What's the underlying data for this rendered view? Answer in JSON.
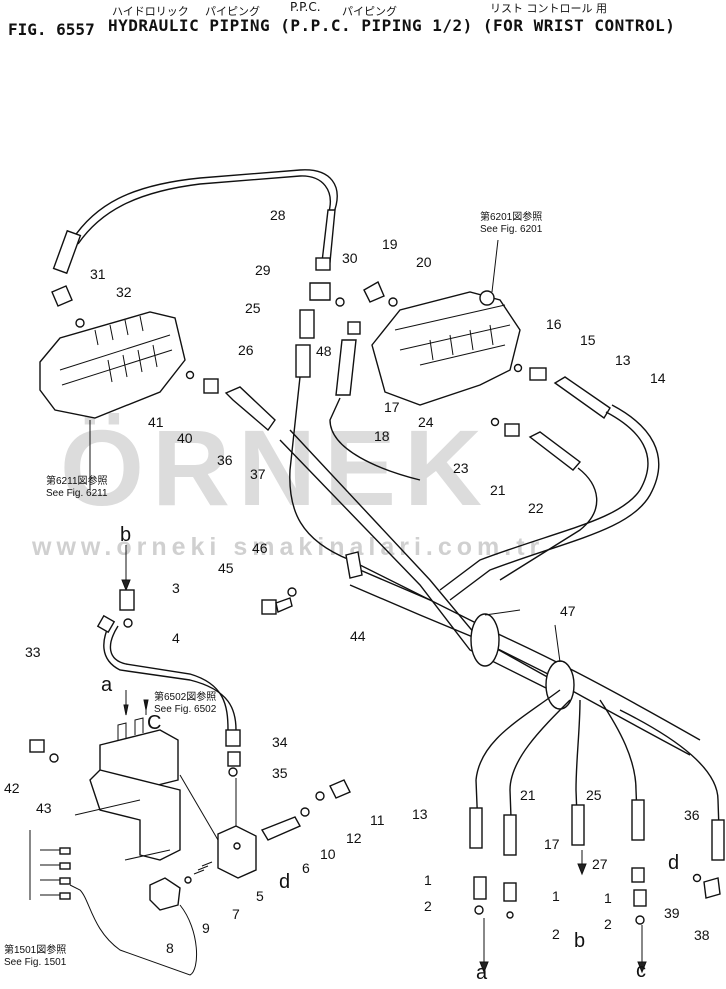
{
  "header": {
    "fig_no": "FIG. 6557",
    "title": "HYDRAULIC PIPING (P.P.C. PIPING 1/2) (FOR WRIST CONTROL)",
    "jp_hydraulic": "ハイドロリック",
    "jp_piping": "パイピング",
    "ppc": "P.P.C.",
    "jp_ppc_piping": "パイピング",
    "jp_wrist": "リスト コントロール 用"
  },
  "watermark": {
    "brand": "ÖRNEK",
    "url": "www.orneki smakinalari.com.tr"
  },
  "notes": [
    {
      "jp": "第6201図参照",
      "en": "See Fig. 6201"
    },
    {
      "jp": "第6211図参照",
      "en": "See Fig. 6211"
    },
    {
      "jp": "第6502図参照",
      "en": "See Fig. 6502"
    },
    {
      "jp": "第1501図参照",
      "en": "See Fig. 1501"
    }
  ],
  "part_numbers": [
    "28",
    "29",
    "30",
    "19",
    "20",
    "31",
    "32",
    "25",
    "26",
    "48",
    "16",
    "15",
    "13",
    "14",
    "41",
    "40",
    "36",
    "37",
    "17",
    "18",
    "24",
    "23",
    "21",
    "22",
    "b",
    "3",
    "4",
    "46",
    "45",
    "44",
    "47",
    "33",
    "a",
    "C",
    "34",
    "35",
    "42",
    "43",
    "11",
    "12",
    "10",
    "6",
    "d",
    "5",
    "7",
    "8",
    "9",
    "13",
    "21",
    "25",
    "36",
    "17",
    "27",
    "1",
    "1",
    "1",
    "2",
    "2",
    "2",
    "b",
    "d",
    "39",
    "38",
    "a",
    "c"
  ]
}
